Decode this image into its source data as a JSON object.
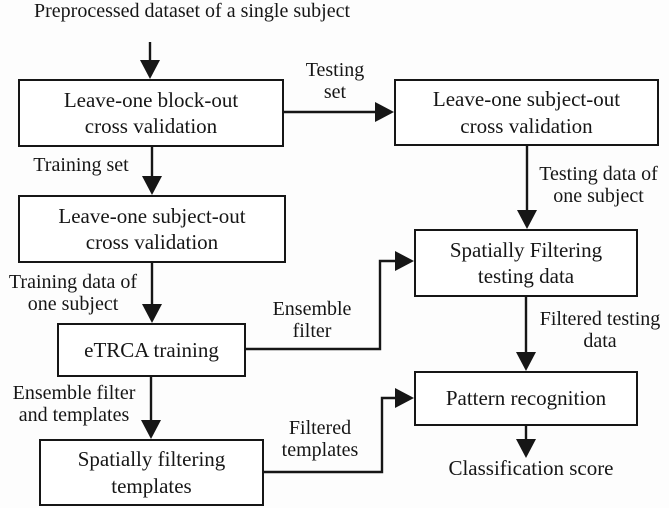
{
  "colors": {
    "ink": "#161616",
    "background": "#fdfdfd"
  },
  "diagram": {
    "nodes": {
      "preprocessed": {
        "line1": "Preprocessed dataset of",
        "line2": "a single subject"
      },
      "lobo_cv": {
        "line1": "Leave-one block-out",
        "line2": "cross validation"
      },
      "loso_cv_left": {
        "line1": "Leave-one subject-out",
        "line2": "cross validation"
      },
      "loso_cv_right": {
        "line1": "Leave-one subject-out",
        "line2": "cross validation"
      },
      "spatial_filter_testing": {
        "line1": "Spatially Filtering",
        "line2": "testing data"
      },
      "etrca_training": {
        "label": "eTRCA training"
      },
      "spatial_filter_templates": {
        "line1": "Spatially filtering",
        "line2": "templates"
      },
      "pattern_recognition": {
        "label": "Pattern recognition"
      },
      "classification_score": {
        "label": "Classification score"
      }
    },
    "edges": {
      "testing_set": {
        "line1": "Testing",
        "line2": "set"
      },
      "training_set": {
        "label": "Training set"
      },
      "testing_data": {
        "line1": "Testing data of",
        "line2": "one subject"
      },
      "training_data": {
        "line1": "Training data of",
        "line2": "one subject"
      },
      "ensemble_filter": {
        "line1": "Ensemble",
        "line2": "filter"
      },
      "ensemble_filter_templates": {
        "line1": "Ensemble filter",
        "line2": "and templates"
      },
      "filtered_templates": {
        "line1": "Filtered",
        "line2": "templates"
      },
      "filtered_testing": {
        "line1": "Filtered testing",
        "line2": "data"
      }
    }
  }
}
